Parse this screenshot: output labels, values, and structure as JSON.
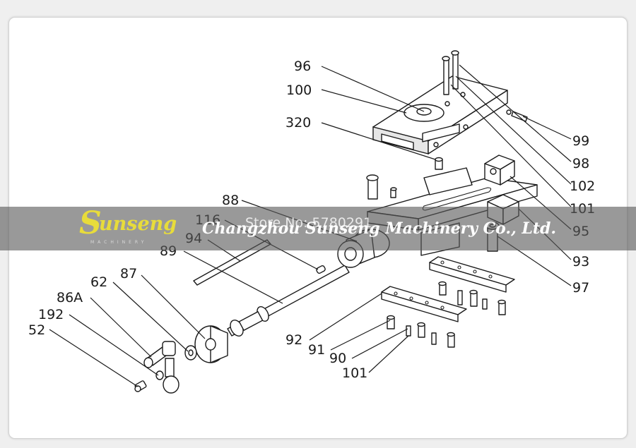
{
  "labels": {
    "l96": "96",
    "l100": "100",
    "l320": "320",
    "l99": "99",
    "l98": "98",
    "l102": "102",
    "l101a": "101",
    "l95": "95",
    "l93": "93",
    "l97": "97",
    "l88": "88",
    "l116": "116",
    "l94": "94",
    "l89": "89",
    "l87": "87",
    "l62": "62",
    "l86a": "86A",
    "l192": "192",
    "l52": "52",
    "l92": "92",
    "l91": "91",
    "l90": "90",
    "l101b": "101"
  },
  "watermark": {
    "brand_initial": "S",
    "brand_rest": "unseng",
    "brand_sub": "MACHINERY",
    "company": "Changzhou Sunseng Machinery Co., Ltd.",
    "store": "Store No: 5780291"
  },
  "colors": {
    "brand_yellow": "#e8dc3a",
    "band_gray": "#5a5a5a"
  }
}
